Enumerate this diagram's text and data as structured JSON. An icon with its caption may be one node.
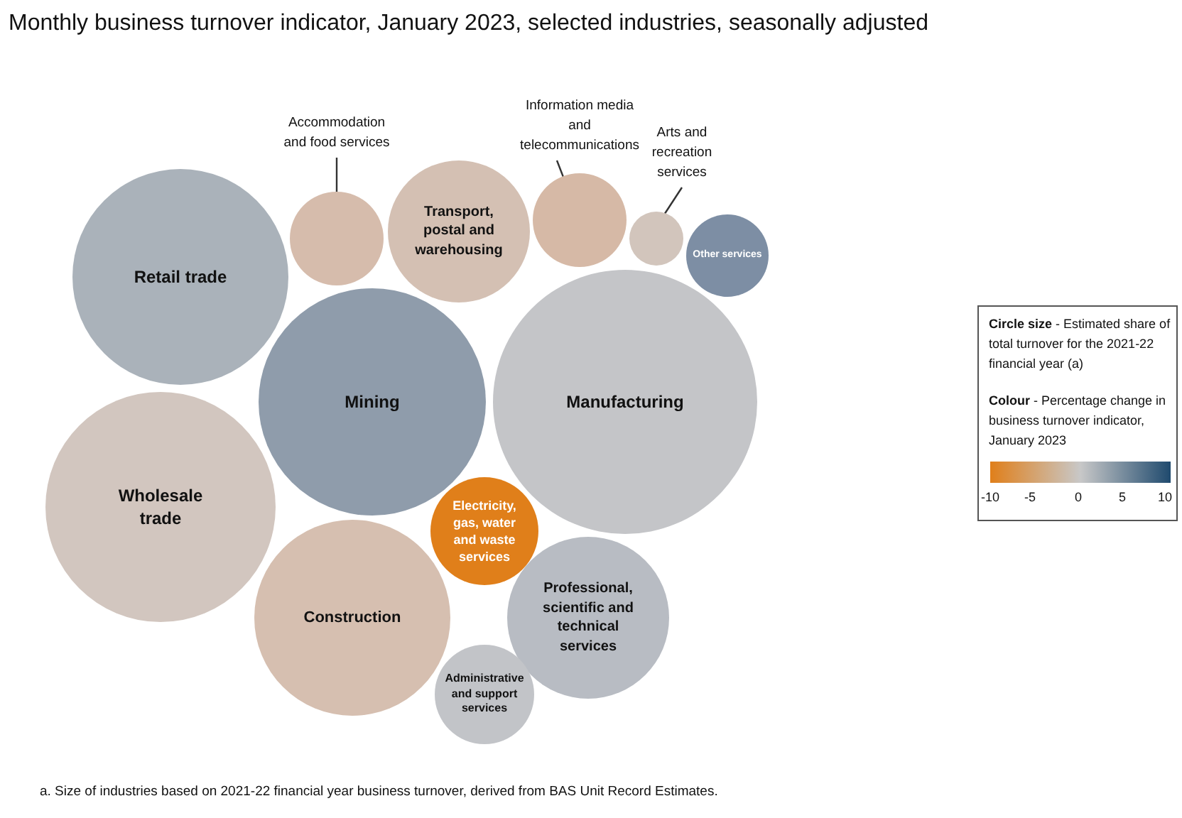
{
  "diagram": {
    "title": "Monthly business turnover indicator, January 2023, selected industries, seasonally adjusted",
    "caption": "a. Size of industries based on 2021-22 financial year business turnover, derived from BAS Unit Record Estimates.",
    "nodes": [
      {
        "text": [
          "Accommodation and food services"
        ]
      },
      {
        "text": [],
        "shape": "circle"
      },
      {
        "text": [
          "Information media and telecommunications"
        ]
      },
      {
        "text": [],
        "shape": "circle"
      },
      {
        "text": [
          "Arts and recreation services"
        ]
      },
      {
        "text": [],
        "shape": "circle"
      },
      {
        "text": [
          "Retail trade"
        ]
      },
      {
        "text": [
          "Transport, postal and warehousing"
        ]
      },
      {
        "text": [
          "Other services"
        ]
      },
      {
        "text": [
          "Mining"
        ]
      },
      {
        "text": [
          "Manufacturing"
        ]
      },
      {
        "text": [
          "Wholesale trade"
        ]
      },
      {
        "text": [
          "Electricity, gas, water and waste services"
        ]
      },
      {
        "text": [
          "Construction"
        ]
      },
      {
        "text": [
          "Professional, scientific and technical services"
        ]
      },
      {
        "text": [
          "Administrative and support services"
        ]
      }
    ],
    "edges": [
      {
        "from": 0,
        "to": 1,
        "arrow": "none"
      },
      {
        "from": 2,
        "to": 3,
        "arrow": "none"
      },
      {
        "from": 4,
        "to": 5,
        "arrow": "none"
      }
    ],
    "labels": [
      "**Circle size** - Estimated share of total turnover for the 2021-22 financial year (a)",
      "**Colour** - Percentage change in business turnover indicator, January 2023",
      "-10",
      "-5",
      "0",
      "5",
      "10"
    ]
  }
}
